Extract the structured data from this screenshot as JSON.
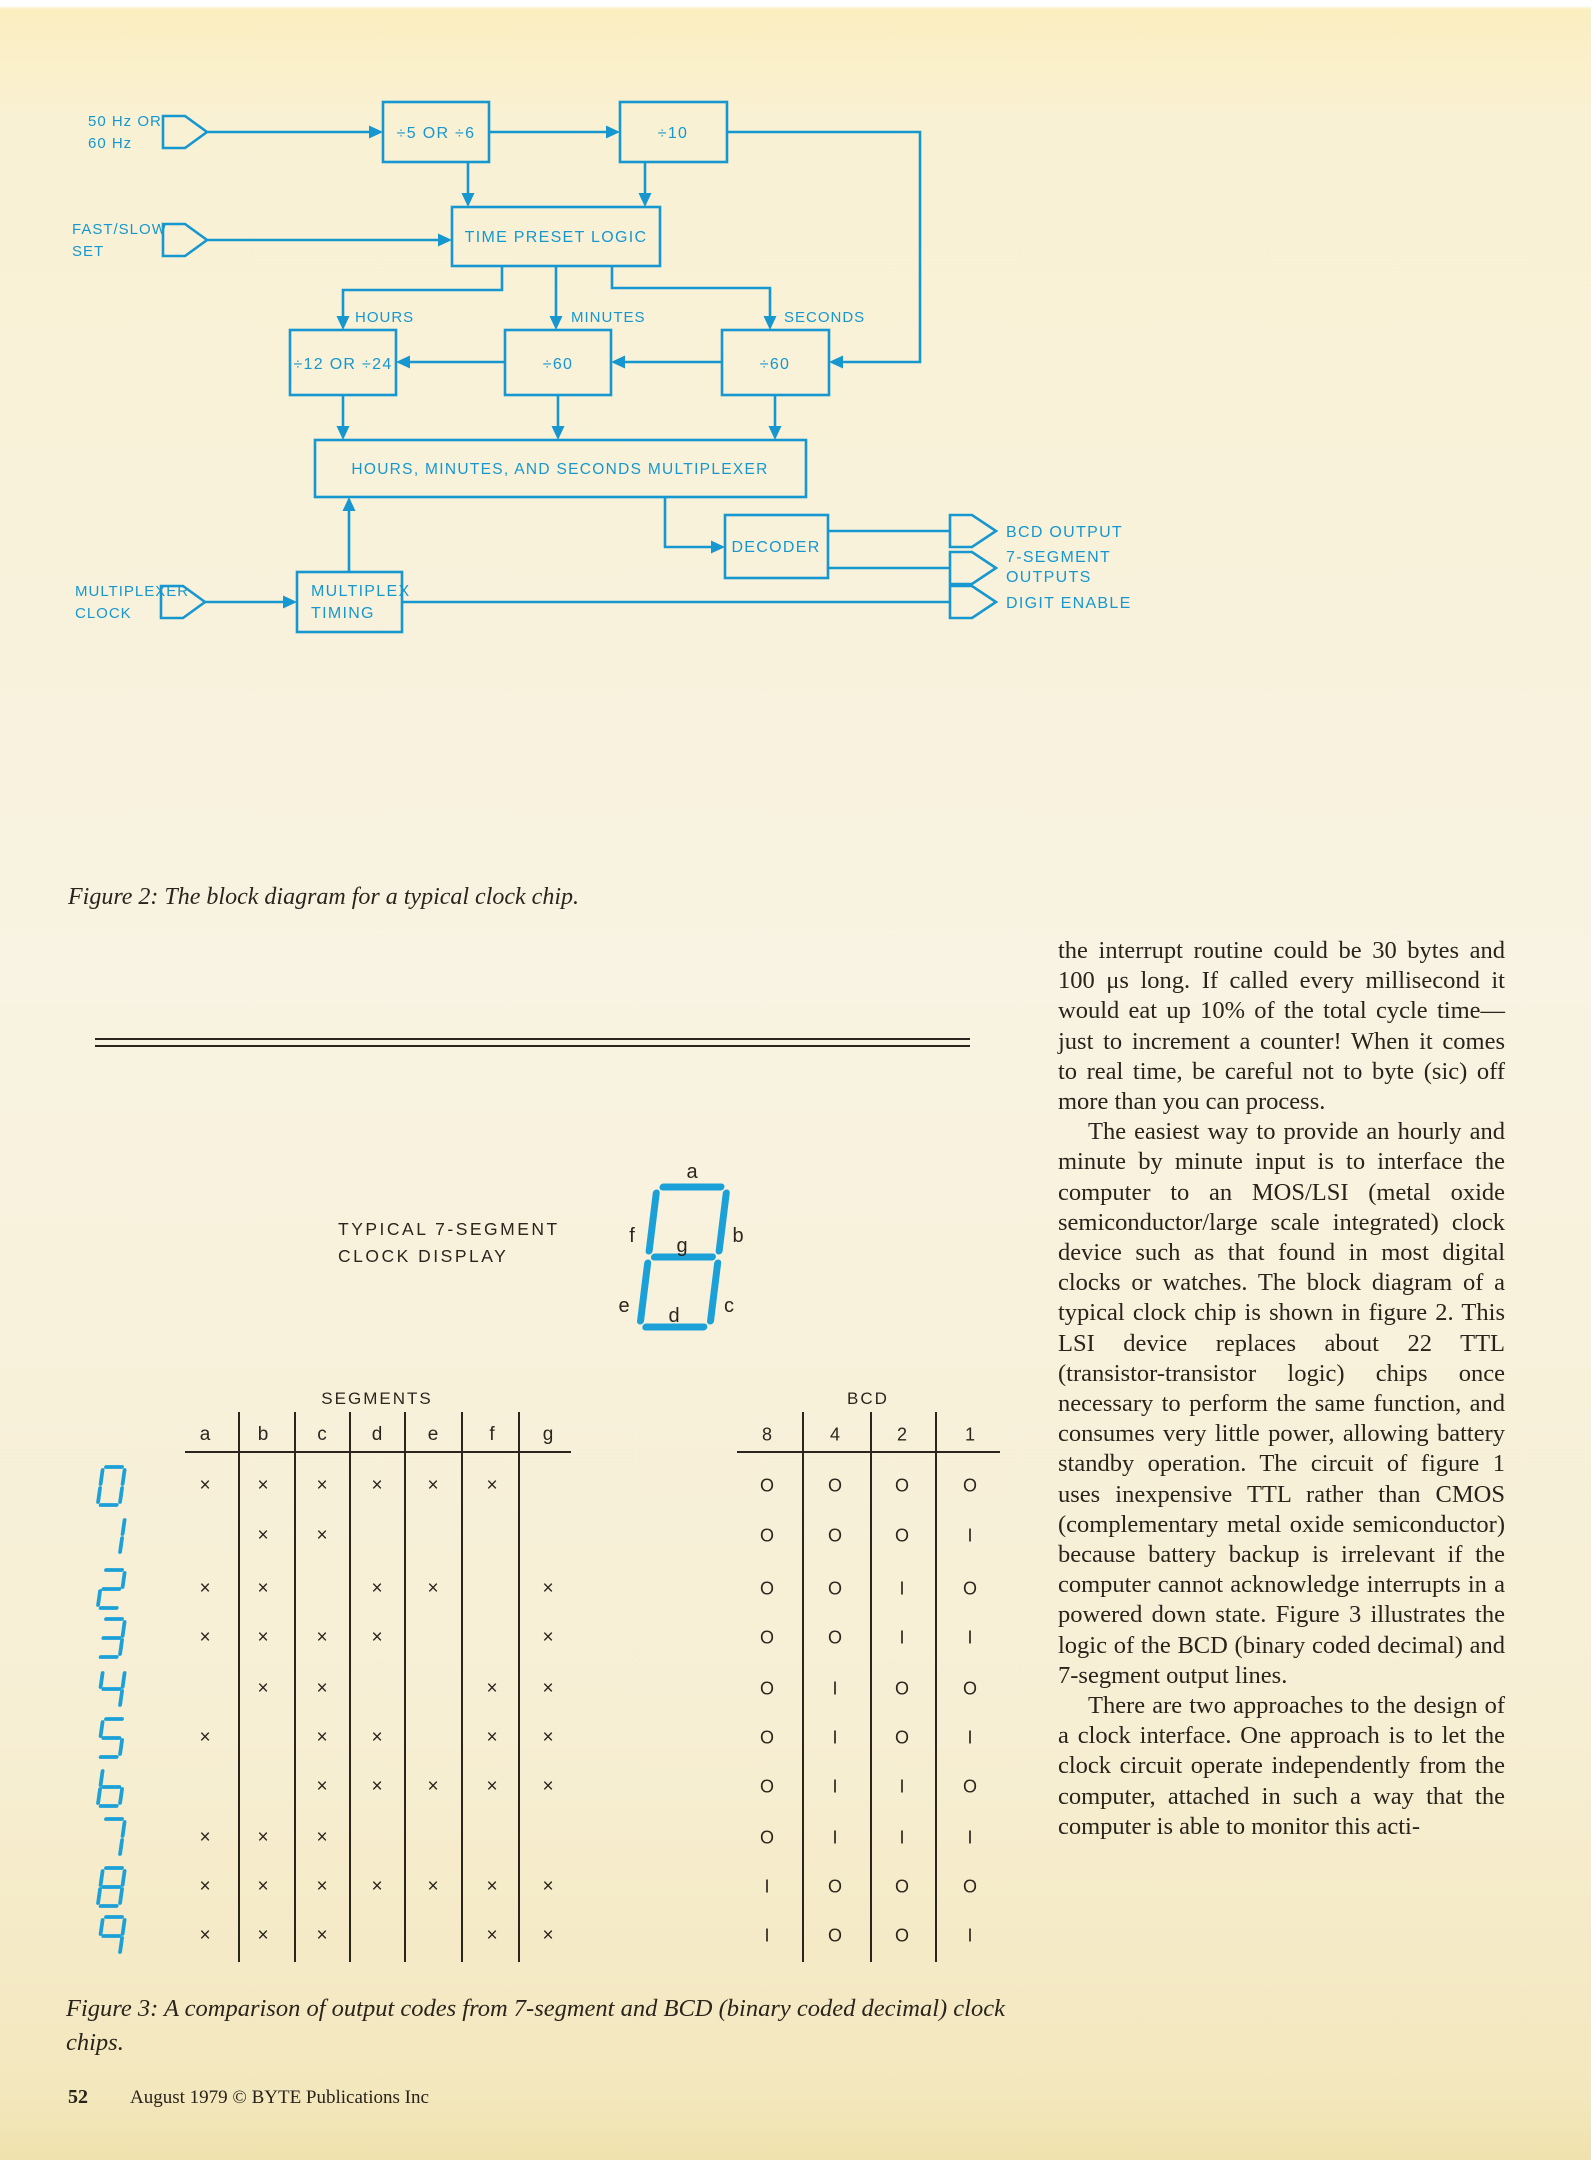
{
  "colors": {
    "diagram_cyan": "#1697d0",
    "ink": "#2b251d",
    "paper": "#f8f3e2"
  },
  "figure2": {
    "caption": "Figure 2: The block diagram for a typical clock chip.",
    "inputs": {
      "freq_line1": "50 Hz OR",
      "freq_line2": "60 Hz",
      "set_line1": "FAST/SLOW",
      "set_line2": "SET",
      "muxclk_line1": "MULTIPLEXER",
      "muxclk_line2": "CLOCK"
    },
    "blocks": {
      "div5or6": "÷5 OR ÷6",
      "div10": "÷10",
      "time_preset": "TIME PRESET LOGIC",
      "div12or24": "÷12 OR ÷24",
      "div60_minutes": "÷60",
      "div60_seconds": "÷60",
      "multiplexer": "HOURS, MINUTES, AND SECONDS MULTIPLEXER",
      "decoder": "DECODER",
      "multiplex_timing_line1": "MULTIPLEX",
      "multiplex_timing_line2": "TIMING"
    },
    "wire_labels": {
      "hours": "HOURS",
      "minutes": "MINUTES",
      "seconds": "SECONDS"
    },
    "outputs": {
      "bcd": "BCD OUTPUT",
      "seven_segment_line1": "7-SEGMENT",
      "seven_segment_line2": "OUTPUTS",
      "digit_enable": "DIGIT ENABLE"
    }
  },
  "figure3": {
    "display_label": "TYPICAL 7-SEGMENT\nCLOCK DISPLAY",
    "segments_header": "SEGMENTS",
    "bcd_header": "BCD",
    "segment_letters": [
      "a",
      "b",
      "c",
      "d",
      "e",
      "f",
      "g"
    ],
    "bcd_weights": [
      "8",
      "4",
      "2",
      "1"
    ],
    "rows": [
      {
        "digit": "0",
        "segments": [
          "×",
          "×",
          "×",
          "×",
          "×",
          "×",
          ""
        ],
        "bcd": [
          "O",
          "O",
          "O",
          "O"
        ]
      },
      {
        "digit": "1",
        "segments": [
          "",
          "×",
          "×",
          "",
          "",
          "",
          ""
        ],
        "bcd": [
          "O",
          "O",
          "O",
          "I"
        ]
      },
      {
        "digit": "2",
        "segments": [
          "×",
          "×",
          "",
          "×",
          "×",
          "",
          "×"
        ],
        "bcd": [
          "O",
          "O",
          "I",
          "O"
        ]
      },
      {
        "digit": "3",
        "segments": [
          "×",
          "×",
          "×",
          "×",
          "",
          "",
          "×"
        ],
        "bcd": [
          "O",
          "O",
          "I",
          "I"
        ]
      },
      {
        "digit": "4",
        "segments": [
          "",
          "×",
          "×",
          "",
          "",
          "×",
          "×"
        ],
        "bcd": [
          "O",
          "I",
          "O",
          "O"
        ]
      },
      {
        "digit": "5",
        "segments": [
          "×",
          "",
          "×",
          "×",
          "",
          "×",
          "×"
        ],
        "bcd": [
          "O",
          "I",
          "O",
          "I"
        ]
      },
      {
        "digit": "6",
        "segments": [
          "",
          "",
          "×",
          "×",
          "×",
          "×",
          "×"
        ],
        "bcd": [
          "O",
          "I",
          "I",
          "O"
        ]
      },
      {
        "digit": "7",
        "segments": [
          "×",
          "×",
          "×",
          "",
          "",
          "",
          ""
        ],
        "bcd": [
          "O",
          "I",
          "I",
          "I"
        ]
      },
      {
        "digit": "8",
        "segments": [
          "×",
          "×",
          "×",
          "×",
          "×",
          "×",
          "×"
        ],
        "bcd": [
          "I",
          "O",
          "O",
          "O"
        ]
      },
      {
        "digit": "9",
        "segments": [
          "×",
          "×",
          "×",
          "",
          "",
          "×",
          "×"
        ],
        "bcd": [
          "I",
          "O",
          "O",
          "I"
        ]
      }
    ],
    "caption": "Figure 3: A comparison of output codes from 7-segment and BCD (binary coded decimal) clock chips."
  },
  "article": {
    "para1": "the interrupt routine could be 30 bytes and 100 μs long. If called every millisecond it would eat up 10% of the total cycle time—just to increment a counter! When it comes to real time, be careful not to byte (sic) off more than you can process.",
    "para2": "The easiest way to provide an hourly and minute by minute input is to interface the computer to an MOS/LSI (metal oxide semiconductor/large scale integrated) clock device such as that found in most digital clocks or watches. The block diagram of a typical clock chip is shown in figure 2. This LSI device replaces about 22 TTL (transistor-transistor logic) chips once necessary to perform the same function, and consumes very little power, allowing battery standby operation. The circuit of figure 1 uses inexpensive TTL rather than CMOS (complementary metal oxide semiconductor) because battery backup is irrelevant if the computer cannot acknowledge interrupts in a powered down state. Figure 3 illustrates the logic of the BCD (binary coded decimal) and 7-segment output lines.",
    "para3": "There are two approaches to the design of a clock interface. One approach is to let the clock circuit operate independently from the computer, attached in such a way that the computer is able to monitor this acti-"
  },
  "footer": {
    "page_number": "52",
    "credit": "August 1979 © BYTE Publications Inc"
  }
}
